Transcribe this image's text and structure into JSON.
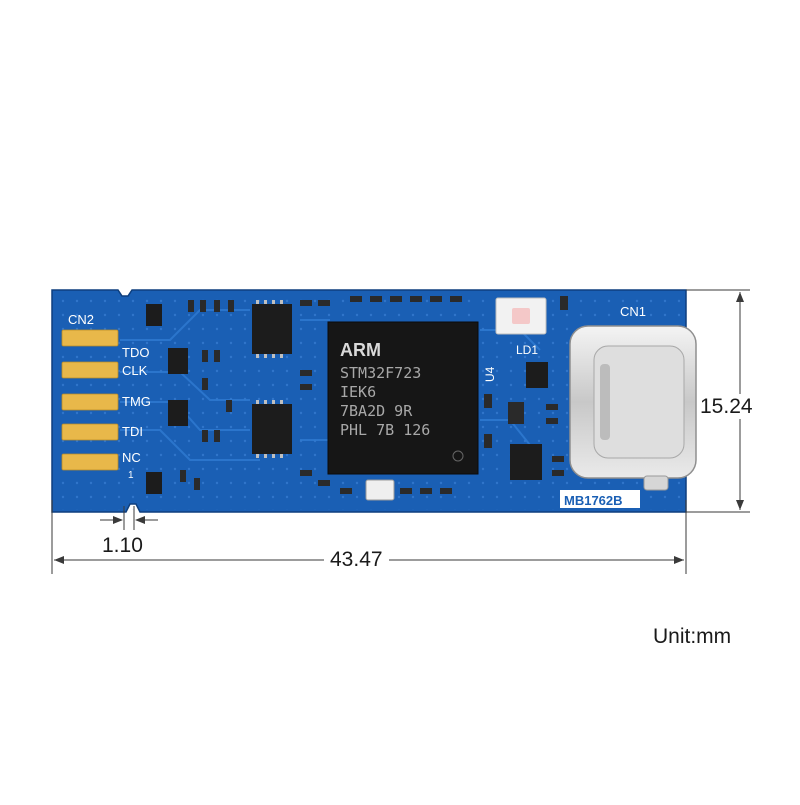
{
  "board": {
    "connector_cn2": "CN2",
    "connector_cn1": "CN1",
    "pins": [
      "TDO",
      "CLK",
      "TMG",
      "TDI",
      "NC"
    ],
    "pin_one_mark": "1",
    "led_label": "LD1",
    "u4_label": "U4",
    "board_id": "MB1762B",
    "colors": {
      "pcb": "#1a5fb4",
      "gold": "#e8b84a",
      "silk": "#ffffff"
    }
  },
  "mcu": {
    "brand": "ARM",
    "lines": [
      "STM32F723",
      "IEK6",
      "7BA2D 9R",
      "PHL 7B 126"
    ]
  },
  "dimensions": {
    "width": "43.47",
    "height": "15.24",
    "pin_pitch": "1.10",
    "unit": "Unit:mm"
  }
}
